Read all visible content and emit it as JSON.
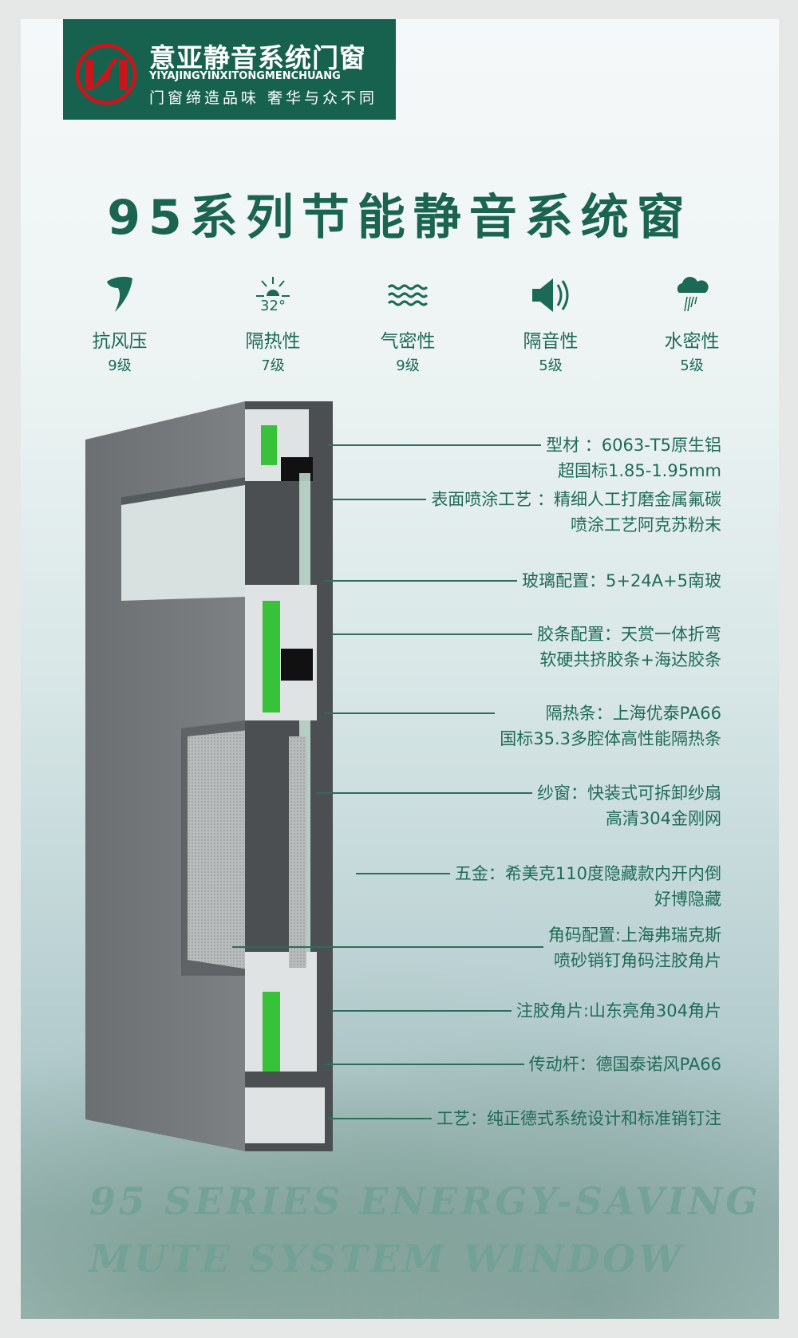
{
  "brand": {
    "name_cn": "意亚静音系统门窗",
    "name_pinyin": "YIYAJINGYINXITONGMENCHUANG",
    "slogan": "门窗缔造品味 奢华与众不同",
    "color": "#17624e",
    "logo_accent": "#c8161d"
  },
  "title": "95系列节能静音系统窗",
  "features": [
    {
      "icon": "tornado-icon",
      "label": "抗风压",
      "grade": "9级"
    },
    {
      "icon": "sun-temperature-icon",
      "label": "隔热性",
      "grade": "7级",
      "icon_text": "32°"
    },
    {
      "icon": "waves-icon",
      "label": "气密性",
      "grade": "9级"
    },
    {
      "icon": "speaker-icon",
      "label": "隔音性",
      "grade": "5级"
    },
    {
      "icon": "rain-cloud-icon",
      "label": "水密性",
      "grade": "5级"
    }
  ],
  "annotations": [
    {
      "lines": [
        "型材 ：6063-T5原生铝",
        "超国标1.85-1.95mm"
      ]
    },
    {
      "lines": [
        "表面喷涂工艺 ：精细人工打磨金属氟碳",
        "喷涂工艺阿克苏粉末"
      ]
    },
    {
      "lines": [
        "玻璃配置：5+24A+5南玻"
      ]
    },
    {
      "lines": [
        "胶条配置：天赏一体折弯",
        "软硬共挤胶条+海达胶条"
      ]
    },
    {
      "lines": [
        "隔热条：上海优泰PA66",
        "国标35.3多腔体高性能隔热条"
      ]
    },
    {
      "lines": [
        "纱窗：快装式可拆卸纱扇",
        "高清304金刚网"
      ]
    },
    {
      "lines": [
        "五金：希美克110度隐藏款内开内倒",
        "好博隐藏"
      ]
    },
    {
      "lines": [
        "角码配置:上海弗瑞克斯",
        "喷砂销钉角码注胶角片"
      ]
    },
    {
      "lines": [
        "注胶角片:山东亮角304角片"
      ]
    },
    {
      "lines": [
        "传动杆：德国泰诺风PA66"
      ]
    },
    {
      "lines": [
        "工艺：纯正德式系统设计和标准销钉注"
      ]
    }
  ],
  "english_title": [
    "95 SERIES ENERGY-SAVING",
    "MUTE SYSTEM WINDOW"
  ]
}
